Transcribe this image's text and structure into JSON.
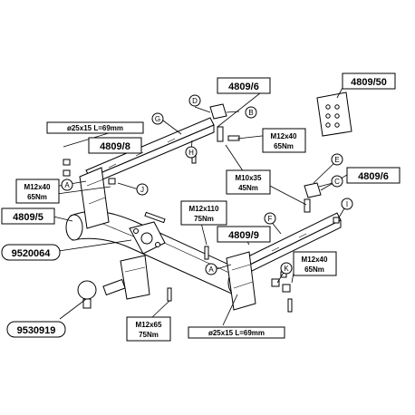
{
  "labels": {
    "part_4809_6_top": "4809/6",
    "part_4809_50": "4809/50",
    "part_4809_8": "4809/8",
    "part_4809_5": "4809/5",
    "part_9520064": "9520064",
    "part_4809_9": "4809/9",
    "part_4809_6_right": "4809/6",
    "part_9530919": "9530919",
    "pin_top": "ø25x15 L=69mm",
    "pin_bottom": "ø25x15 L=69mm",
    "bolt_m12x40_top": {
      "size": "M12x40",
      "torque": "65Nm"
    },
    "bolt_m12x40_left": {
      "size": "M12x40",
      "torque": "65Nm"
    },
    "bolt_m12x40_right": {
      "size": "M12x40",
      "torque": "65Nm"
    },
    "bolt_m10x35": {
      "size": "M10x35",
      "torque": "45Nm"
    },
    "bolt_m12x110": {
      "size": "M12x110",
      "torque": "75Nm"
    },
    "bolt_m12x65": {
      "size": "M12x65",
      "torque": "75Nm"
    }
  },
  "callouts": {
    "A_left": "A",
    "A_center": "A",
    "B": "B",
    "C": "C",
    "D": "D",
    "E": "E",
    "F": "F",
    "G": "G",
    "H": "H",
    "I": "I",
    "J": "J",
    "K": "K"
  }
}
